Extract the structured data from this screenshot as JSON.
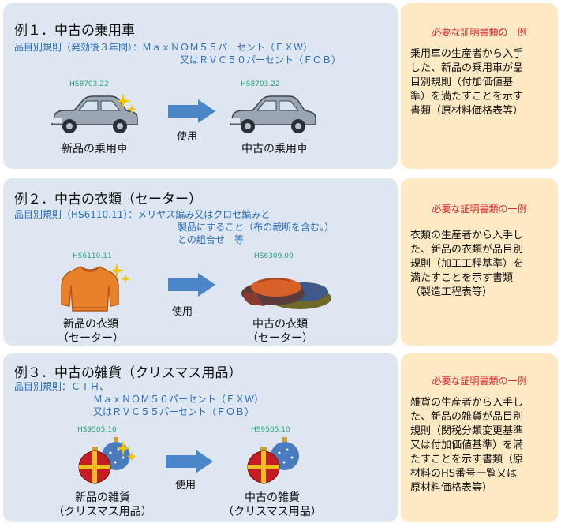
{
  "examples": [
    {
      "title": "例１．中古の乗用車",
      "rule_lines": [
        "品目別規則（発効後３年間）：ＭａｘＮＯＭ５５パーセント（ＥＸＷ）",
        "又はＲＶＣ５０パーセント（ＦＯＢ）"
      ],
      "new_hs": "HS8703.22",
      "used_hs": "HS8703.22",
      "new_caption": [
        "新品の乗用車"
      ],
      "used_caption": [
        "中古の乗用車"
      ],
      "use_label": "使用",
      "side_heading": "必要な証明書類の一例",
      "side_lines": [
        "乗用車の生産者から入手",
        "した、新品の乗用車が品",
        "目別規則（付加価値基",
        "準）を満たすことを示す",
        "書類（原材料価格表等）"
      ]
    },
    {
      "title": "例２．中古の衣類（セーター）",
      "rule_lines": [
        "品目別規則（HS6110.11）：メリヤス編み又はクロセ編みと",
        "製品にすること（布の裁断を含む。）",
        "との組合せ　等"
      ],
      "new_hs": "HS6110.11",
      "used_hs": "HS6309.00",
      "new_caption": [
        "新品の衣類",
        "（セーター）"
      ],
      "used_caption": [
        "中古の衣類",
        "（セーター）"
      ],
      "use_label": "使用",
      "side_heading": "必要な証明書類の一例",
      "side_lines": [
        "衣類の生産者から入手し",
        "た、新品の衣類が品目別",
        "規則（加工工程基準）を",
        "満たすことを示す書類",
        "（製造工程表等）"
      ]
    },
    {
      "title": "例３．中古の雑貨（クリスマス用品）",
      "rule_lines": [
        "品目別規則：ＣＴＨ、",
        "ＭａｘＮＯＭ５０パーセント（ＥＸＷ）",
        "又はＲＶＣ５５パーセント（ＦＯＢ）"
      ],
      "new_hs": "HS9505.10",
      "used_hs": "HS9505.10",
      "new_caption": [
        "新品の雑貨",
        "（クリスマス用品）"
      ],
      "used_caption": [
        "中古の雑貨",
        "（クリスマス用品）"
      ],
      "use_label": "使用",
      "side_heading": "必要な証明書類の一例",
      "side_lines": [
        "雑貨の生産者から入手し",
        "た、新品の雑貨が品目別",
        "規則（関税分類変更基準",
        "又は付加価値基準）を満",
        "たすことを示す書類（原",
        "材料のHS番号一覧又は",
        "原材料価格表等）"
      ]
    }
  ],
  "colors": {
    "panel_bg": "#dde6f1",
    "side_bg": "#fde9c3",
    "rule_text": "#2a6db8",
    "hs_text": "#2aa57a",
    "side_heading": "#e0282e",
    "arrow": "#4a86c8"
  },
  "icons": [
    "car-icon",
    "sweater-icon",
    "worn-clothes-icon",
    "christmas-ornament-icon",
    "sparkle-icon",
    "right-arrow-icon"
  ]
}
